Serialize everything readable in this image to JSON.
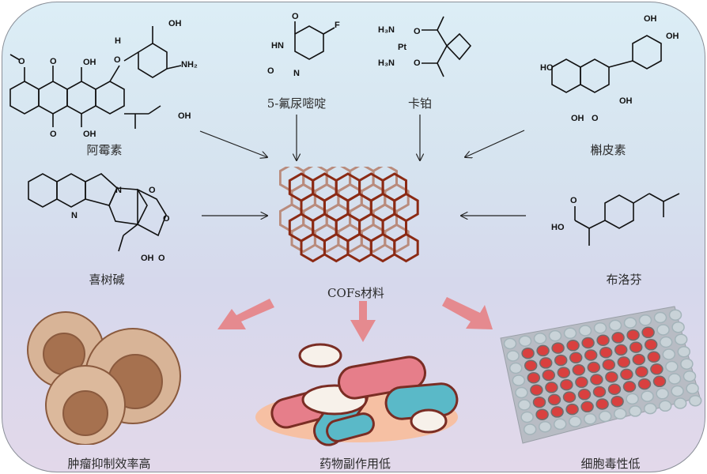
{
  "title": "COFs材料 drug delivery schematic",
  "drugs": [
    {
      "id": "doxorubicin",
      "label": "阿霉素"
    },
    {
      "id": "fluorouracil",
      "label": "5-氟尿嘧啶"
    },
    {
      "id": "carboplatin",
      "label": "卡铂"
    },
    {
      "id": "quercetin",
      "label": "槲皮素"
    },
    {
      "id": "camptothecin",
      "label": "喜树碱"
    },
    {
      "id": "ibuprofen",
      "label": "布洛芬"
    }
  ],
  "center": {
    "label": "COFs材料",
    "colors": {
      "front": "#8b2a14",
      "back": "#b98b7c"
    }
  },
  "outcomes": [
    {
      "id": "tumor",
      "label": "肿瘤抑制效率高"
    },
    {
      "id": "drugs",
      "label": "药物副作用低"
    },
    {
      "id": "cells",
      "label": "细胞毒性低"
    }
  ],
  "atoms": {
    "oh": "OH",
    "ho": "HO",
    "o": "O",
    "nh2": "NH₂",
    "h": "H",
    "n": "N",
    "hn": "HN",
    "f": "F",
    "h3n": "H₃N",
    "pt": "Pt"
  },
  "colors": {
    "arrow_outcome": "#e58a8f",
    "pill_pink": "#e67e8a",
    "pill_teal": "#5ab9c8",
    "well_red": "#d9403f",
    "cell": "#c99a7b"
  }
}
